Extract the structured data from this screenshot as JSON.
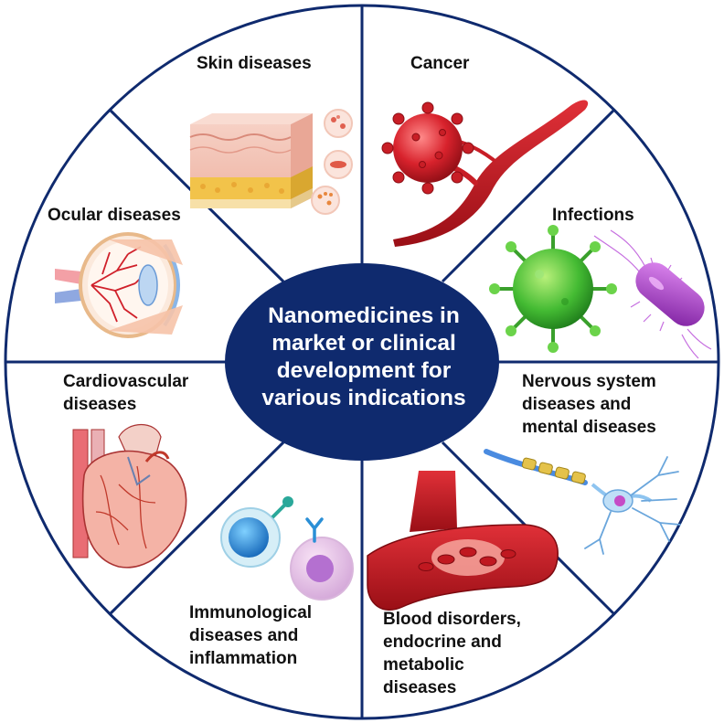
{
  "center": {
    "line1": "Nanomedicines in",
    "line2": "market or clinical",
    "line3": "development for",
    "line4": "various indications"
  },
  "segments": {
    "skin": {
      "line1": "Skin diseases"
    },
    "cancer": {
      "line1": "Cancer"
    },
    "ocular": {
      "line1": "Ocular diseases"
    },
    "infections": {
      "line1": "Infections"
    },
    "cardio": {
      "line1": "Cardiovascular",
      "line2": "diseases"
    },
    "nervous": {
      "line1": "Nervous system",
      "line2": "diseases and",
      "line3": "mental diseases"
    },
    "immuno": {
      "line1": "Immunological",
      "line2": "diseases and",
      "line3": "inflammation"
    },
    "blood": {
      "line1": "Blood disorders,",
      "line2": "endocrine and",
      "line3": "metabolic",
      "line4": "diseases"
    }
  },
  "icons": [
    "skin-layers-icon",
    "tumor-cell-icon",
    "eye-anatomy-icon",
    "virus-icon",
    "bacterium-icon",
    "heart-icon",
    "immune-cells-icon",
    "blood-vessel-icon",
    "neuron-icon"
  ],
  "colors": {
    "navy": "#0f2a6e",
    "red": "#d0202a",
    "green": "#4cc23a",
    "purple": "#b04ad0",
    "blue": "#2a8fd6",
    "skin": "#f3c2b4",
    "fat": "#f0c24a",
    "text": "#111111"
  }
}
